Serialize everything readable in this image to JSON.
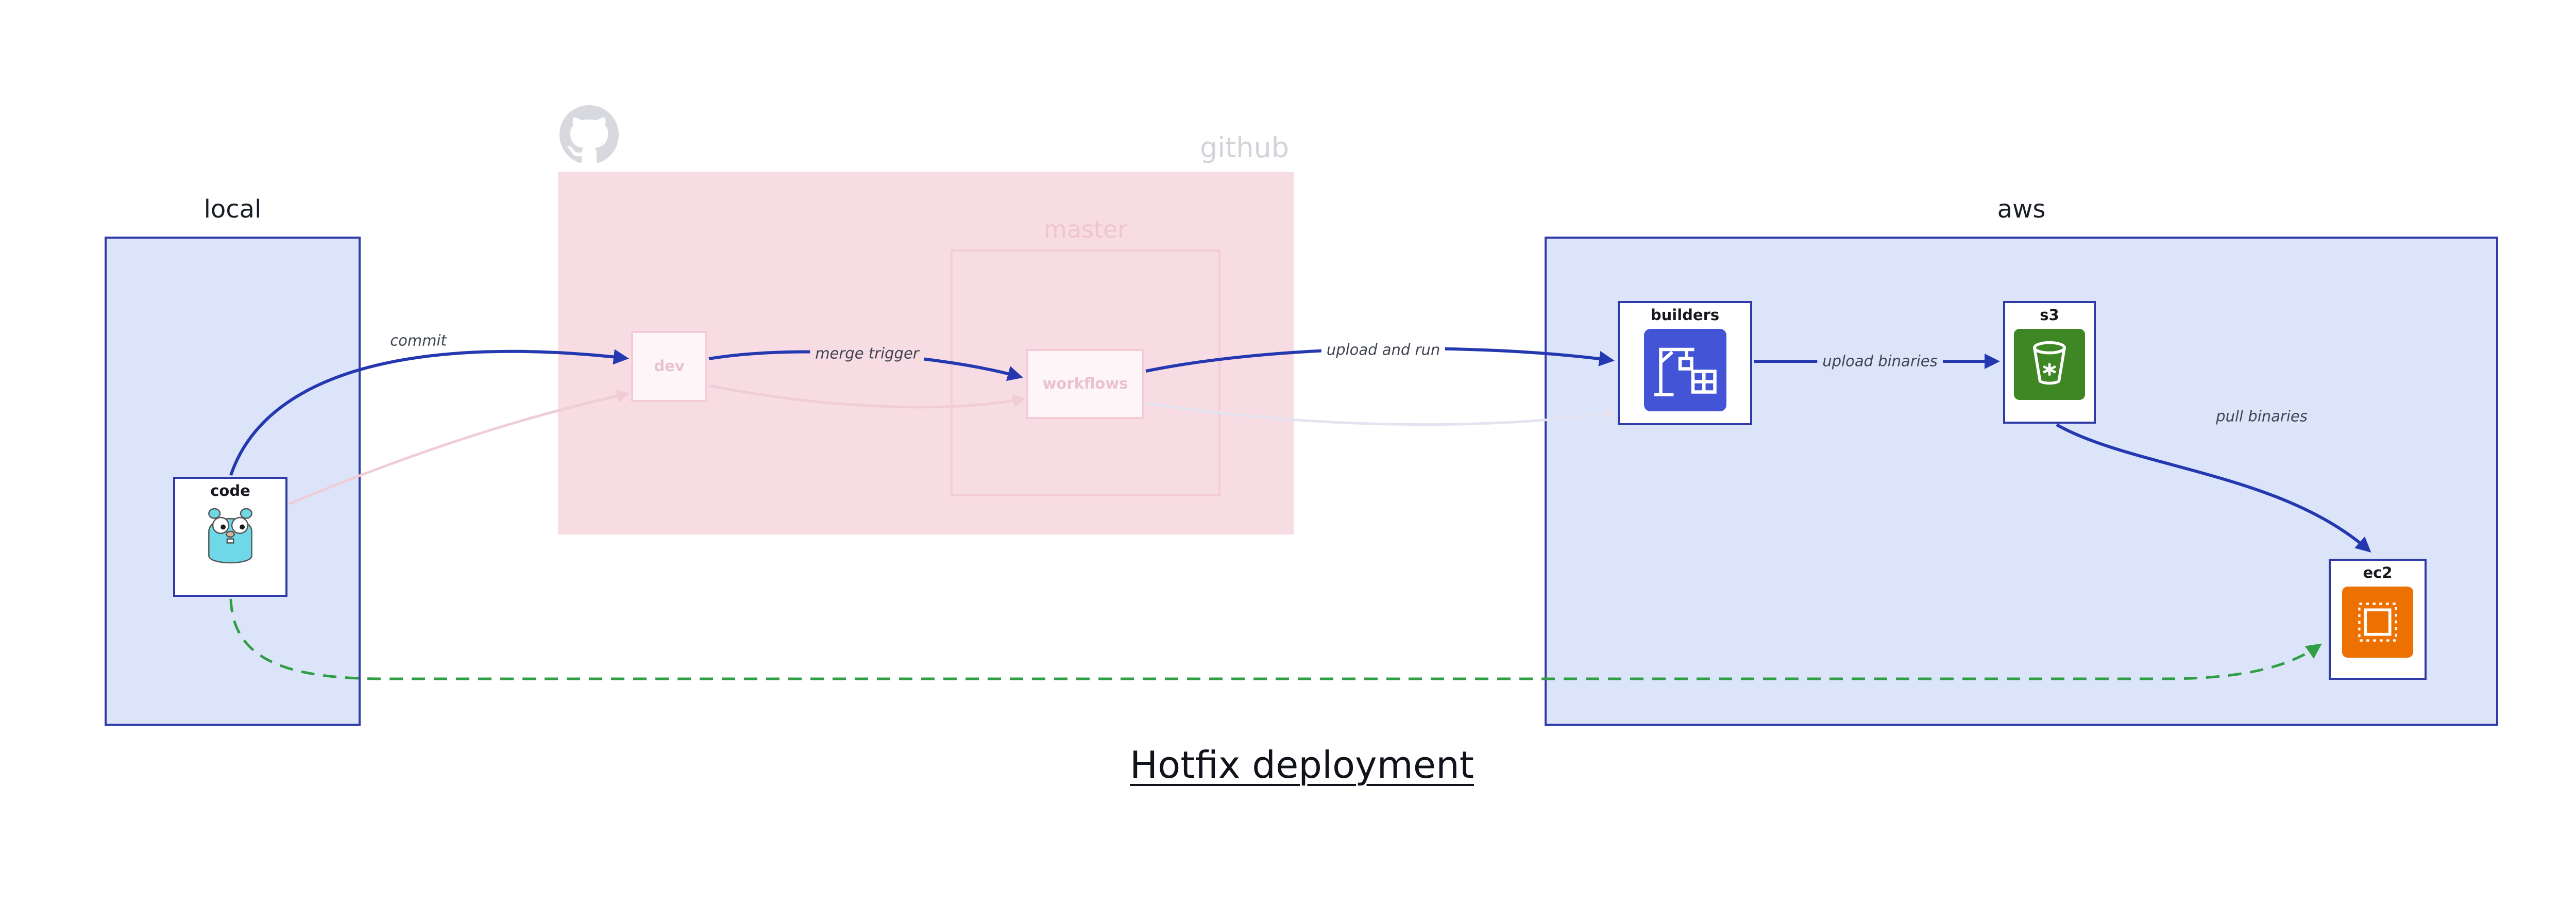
{
  "title": "Hotfix deployment",
  "containers": {
    "local": {
      "label": "local"
    },
    "github": {
      "label": "github",
      "logo_icon": "github-octocat-icon"
    },
    "master": {
      "label": "master"
    },
    "aws": {
      "label": "aws"
    }
  },
  "nodes": {
    "code": {
      "label": "code",
      "icon": "go-gopher-icon"
    },
    "dev": {
      "label": "dev"
    },
    "workflows": {
      "label": "workflows"
    },
    "builders": {
      "label": "builders",
      "icon": "codebuild-crane-icon"
    },
    "s3": {
      "label": "s3",
      "icon": "s3-bucket-icon"
    },
    "ec2": {
      "label": "ec2",
      "icon": "ec2-chip-icon"
    }
  },
  "edges": {
    "commit": {
      "label": "commit"
    },
    "merge_trigger": {
      "label": "merge trigger"
    },
    "upload_and_run": {
      "label": "upload and run"
    },
    "upload_binaries": {
      "label": "upload binaries"
    },
    "pull_binaries": {
      "label": "pull binaries"
    },
    "hotfix_path": {
      "style": "dashed-green"
    }
  },
  "colors": {
    "container_fill": "#dce4fa",
    "container_border": "#2f3ba6",
    "github_fill": "#f8dce3",
    "faded_pink_border": "#f3ccd8",
    "faded_pink_text": "#eac2cd",
    "github_gray": "#d5d3da",
    "arrow_blue": "#2438b0",
    "arrow_green": "#2f9e44",
    "builders_icon_bg": "#4355d6",
    "s3_icon_bg": "#3f8624",
    "ec2_icon_bg": "#ed7100",
    "gopher_teal": "#6fd8e8"
  }
}
